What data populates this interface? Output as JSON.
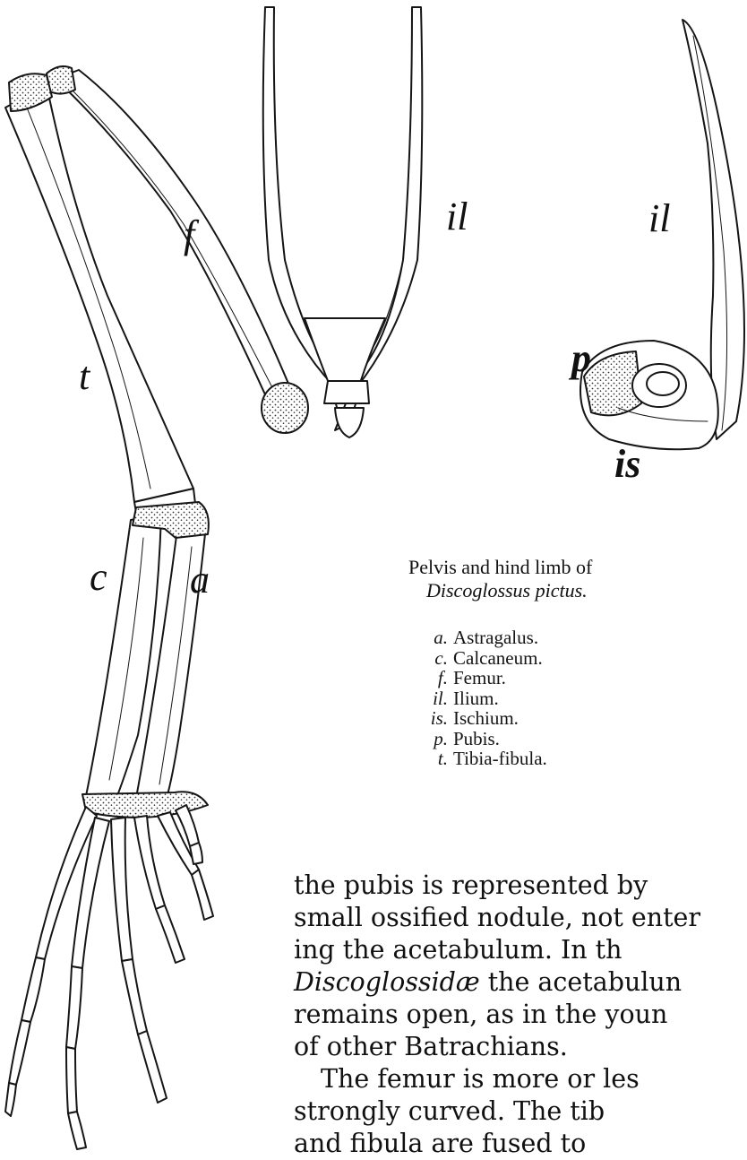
{
  "figure": {
    "labels": {
      "f": "f",
      "t": "t",
      "c": "c",
      "a": "a",
      "il1": "il",
      "il2": "il",
      "p": "p",
      "is": "is"
    },
    "caption_line1": "Pelvis and hind limb of",
    "caption_species": "Discoglossus pictus.",
    "legend": [
      {
        "abbr": "a.",
        "name": "Astragalus."
      },
      {
        "abbr": "c.",
        "name": "Calcaneum."
      },
      {
        "abbr": "f.",
        "name": "Femur."
      },
      {
        "abbr": "il.",
        "name": "Ilium."
      },
      {
        "abbr": "is.",
        "name": "Ischium."
      },
      {
        "abbr": "p.",
        "name": "Pubis."
      },
      {
        "abbr": "t.",
        "name": "Tibia-fibula."
      }
    ]
  },
  "text": {
    "line1": "the pubis is represented by",
    "line2": "small ossified nodule, not enter",
    "line3": "ing the acetabulum.   In th",
    "line4_italic": "Discoglossidæ",
    "line4_rest": " the acetabulun",
    "line5": "remains open, as in the youn",
    "line6": "of other Batrachians.",
    "line7": "The femur is more or les",
    "line8": "strongly curved.   The tib",
    "line9": "and  fibula  are  fused  to"
  }
}
